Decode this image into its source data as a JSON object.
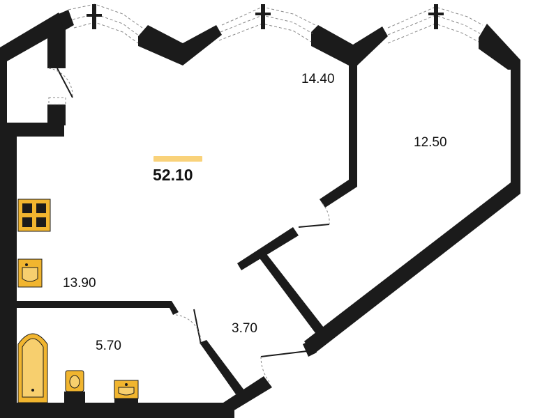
{
  "plan": {
    "total_area": "52.10",
    "rooms": [
      {
        "id": "hall-kitchen",
        "area": "14.40"
      },
      {
        "id": "bedroom",
        "area": "12.50"
      },
      {
        "id": "kitchen-zone",
        "area": "13.90"
      },
      {
        "id": "corridor",
        "area": "3.70"
      },
      {
        "id": "bathroom",
        "area": "5.70"
      }
    ]
  },
  "colors": {
    "wall": "#1b1b1b",
    "fixture": "#f1b52f",
    "fixture_light": "#f7cf6e",
    "accent_bar": "#f9d27a",
    "window_line": "#888888",
    "background": "#ffffff"
  }
}
